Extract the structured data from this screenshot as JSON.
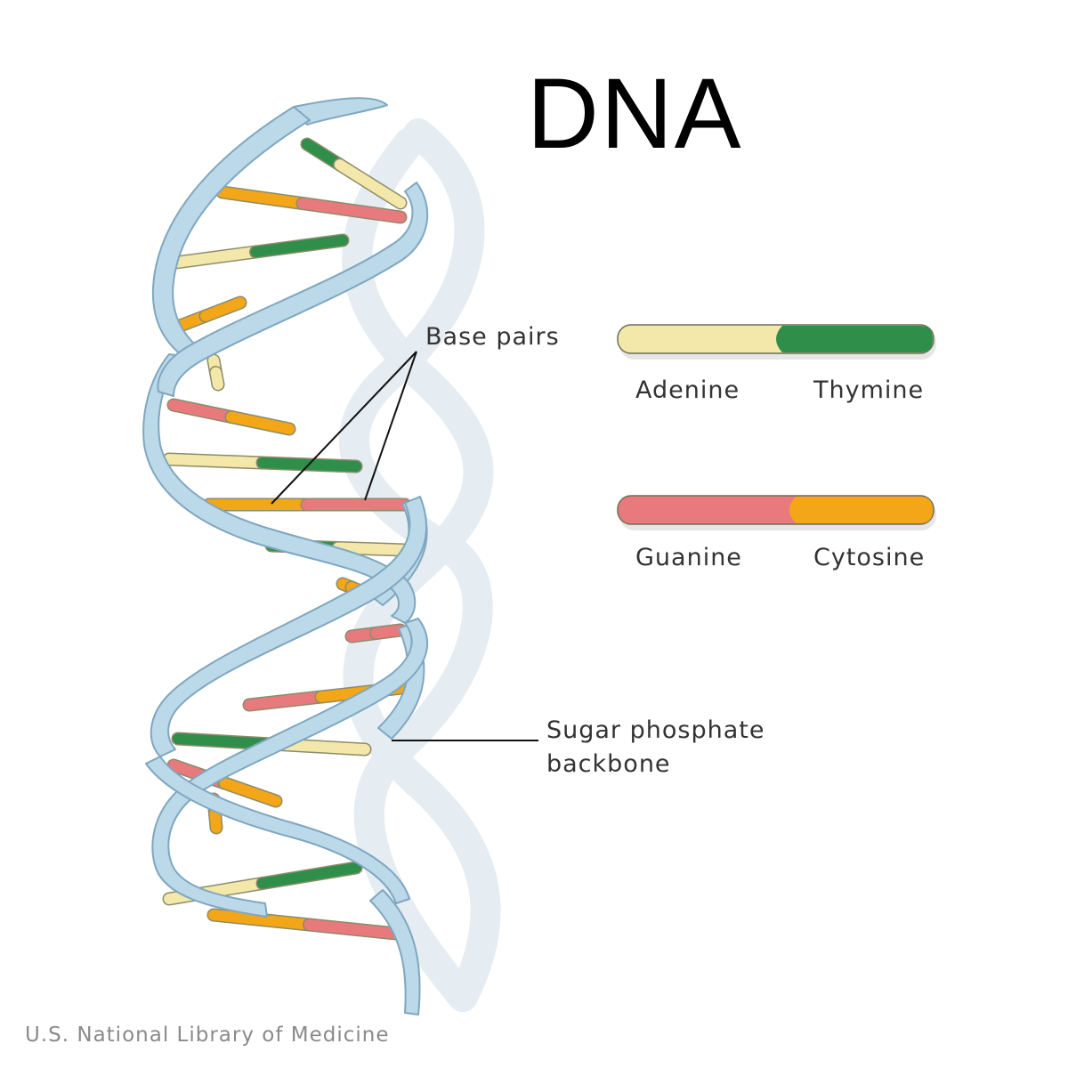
{
  "title": "DNA",
  "labels": {
    "base_pairs": "Base pairs",
    "backbone": "Sugar phosphate backbone"
  },
  "legend": [
    {
      "left": "Adenine",
      "right": "Thymine",
      "left_color": "#f3e7aa",
      "right_color": "#2f8f4a"
    },
    {
      "left": "Guanine",
      "right": "Cytosine",
      "left_color": "#e87a7e",
      "right_color": "#f2a618"
    }
  ],
  "colors": {
    "backbone": "#b9d7e8",
    "backbone_edge": "#7aa3bd",
    "shadow": "#e2eaf0",
    "adenine": "#f3e7aa",
    "thymine": "#2f8f4a",
    "guanine": "#e87a7e",
    "cytosine": "#f2a618"
  },
  "credit": "U.S. National Library of Medicine"
}
